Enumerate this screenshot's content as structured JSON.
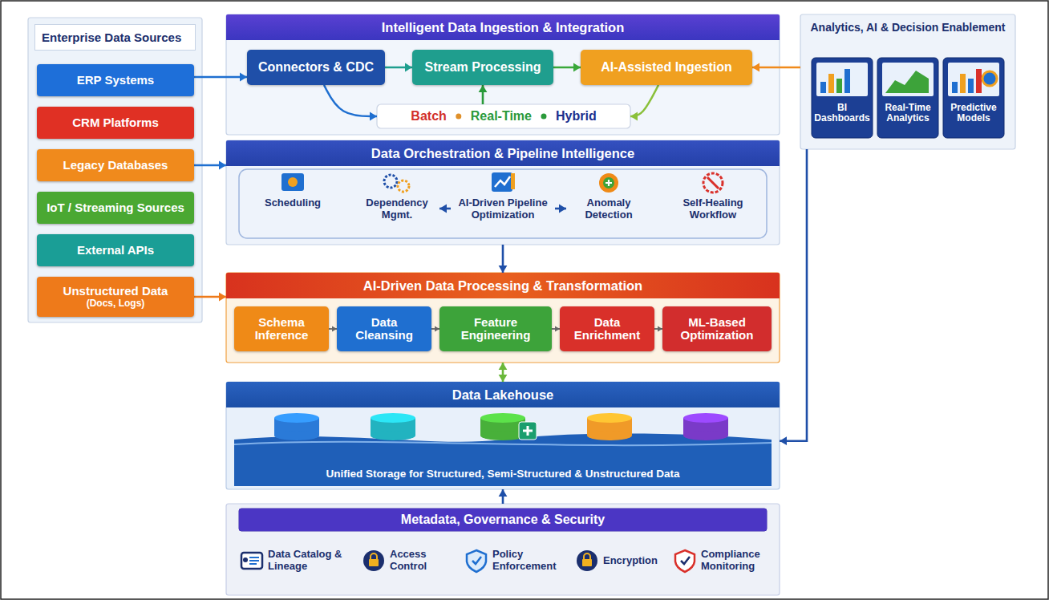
{
  "diagram": {
    "nodes": [
      {
        "text": [
          "Enterprise Data Sources"
        ]
      },
      {
        "text": [
          "ERP Systems"
        ],
        "in": 0
      },
      {
        "text": [
          "CRM Platforms"
        ],
        "in": 0
      },
      {
        "text": [
          "Legacy Databases"
        ],
        "in": 0
      },
      {
        "text": [
          "IoT / Streaming Sources"
        ],
        "in": 0
      },
      {
        "text": [
          "External APIs"
        ],
        "in": 0
      },
      {
        "text": [
          "Unstructured Data",
          "(Docs, Logs)"
        ],
        "in": 0
      },
      {
        "text": [
          "Intelligent Data Ingestion & Integration"
        ]
      },
      {
        "text": [
          "Connectors & CDC"
        ],
        "in": 7
      },
      {
        "text": [
          "Stream Processing"
        ],
        "in": 7
      },
      {
        "text": [
          "AI-Assisted Ingestion"
        ],
        "in": 7
      },
      {
        "text": [
          "Batch",
          "Real-Time",
          "Hybrid"
        ],
        "in": 7
      },
      {
        "text": [
          "Analytics, AI & Decision Enablement"
        ]
      },
      {
        "text": [
          "BI Dashboards"
        ],
        "in": 12
      },
      {
        "text": [
          "Real-Time Analytics"
        ],
        "in": 12
      },
      {
        "text": [
          "Predictive Models"
        ],
        "in": 12
      },
      {
        "text": [
          "Data Orchestration & Pipeline Intelligence"
        ]
      },
      {
        "text": [
          "Scheduling"
        ],
        "in": 16
      },
      {
        "text": [
          "Dependency Mgmt."
        ],
        "in": 16
      },
      {
        "text": [
          "AI-Driven Pipeline Optimization"
        ],
        "in": 16
      },
      {
        "text": [
          "Anomaly Detection"
        ],
        "in": 16
      },
      {
        "text": [
          "Self-Healing Workflow"
        ],
        "in": 16
      },
      {
        "text": [
          "AI-Driven Data Processing & Transformation"
        ]
      },
      {
        "text": [
          "Schema Inference"
        ],
        "in": 22
      },
      {
        "text": [
          "Data Cleansing"
        ],
        "in": 22
      },
      {
        "text": [
          "Feature Engineering"
        ],
        "in": 22
      },
      {
        "text": [
          "Data Enrichment"
        ],
        "in": 22
      },
      {
        "text": [
          "ML-Based Optimization"
        ],
        "in": 22
      },
      {
        "text": [
          "Data Lakehouse",
          "Unified Storage for Structured, Semi-Structured & Unstructured Data"
        ]
      },
      {
        "text": [
          "Metadata, Governance & Security"
        ]
      },
      {
        "text": [
          "Data Catalog & Lineage"
        ],
        "in": 29
      },
      {
        "text": [
          "Access Control"
        ],
        "in": 29
      },
      {
        "text": [
          "Policy Enforcement"
        ],
        "in": 29
      },
      {
        "text": [
          "Encryption"
        ],
        "in": 29
      },
      {
        "text": [
          "Compliance Monitoring"
        ],
        "in": 29
      }
    ],
    "edges": [
      {
        "from": 1,
        "to": 8,
        "arrow": "to"
      },
      {
        "from": 3,
        "to": 16,
        "arrow": "to"
      },
      {
        "from": 6,
        "to": 22,
        "arrow": "to"
      },
      {
        "from": 8,
        "to": 9,
        "arrow": "to"
      },
      {
        "from": 9,
        "to": 10,
        "arrow": "to"
      },
      {
        "from": 8,
        "to": 11,
        "arrow": "to"
      },
      {
        "from": 11,
        "to": 9,
        "arrow": "to"
      },
      {
        "from": 10,
        "to": 11,
        "arrow": "to"
      },
      {
        "from": 12,
        "to": 10,
        "arrow": "to"
      },
      {
        "from": 12,
        "to": 28,
        "arrow": "to"
      },
      {
        "from": 16,
        "to": 22,
        "arrow": "to"
      },
      {
        "from": 22,
        "to": 28,
        "arrow": "both"
      },
      {
        "from": 29,
        "to": 28,
        "arrow": "to"
      },
      {
        "from": 19,
        "to": 18,
        "arrow": "to"
      },
      {
        "from": 19,
        "to": 20,
        "arrow": "to"
      },
      {
        "from": 23,
        "to": 24,
        "arrow": "to"
      },
      {
        "from": 24,
        "to": 25,
        "arrow": "to"
      },
      {
        "from": 25,
        "to": 26,
        "arrow": "to"
      },
      {
        "from": 26,
        "to": 27,
        "arrow": "to"
      }
    ]
  }
}
